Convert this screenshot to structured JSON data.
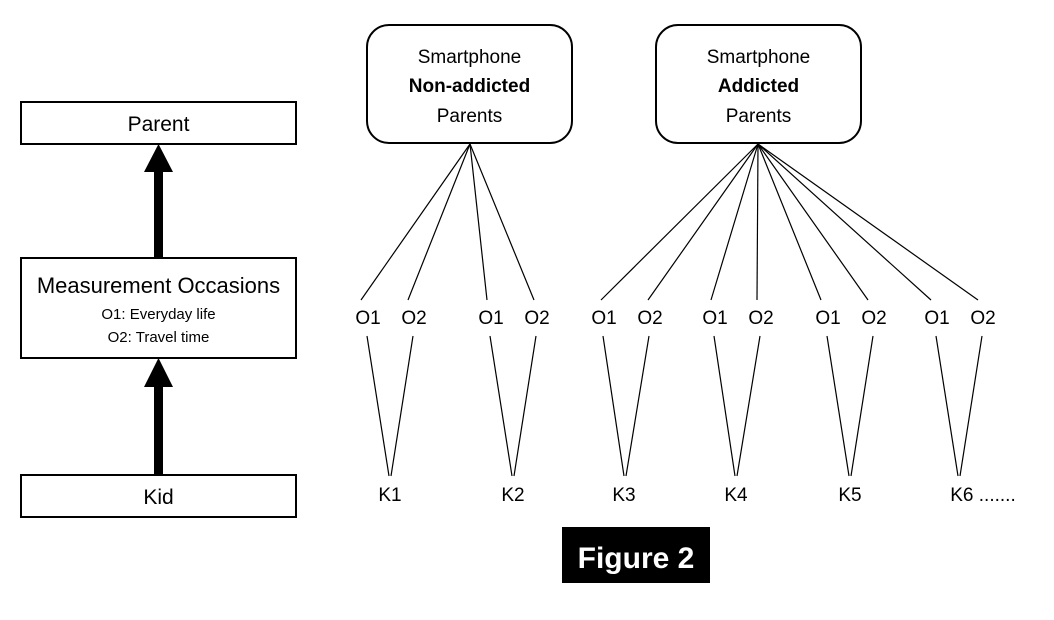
{
  "figure": {
    "caption": "Figure 2",
    "caption_bg": "#000000",
    "caption_fg": "#ffffff"
  },
  "legend_column": {
    "parent_box": {
      "label": "Parent"
    },
    "measurement_box": {
      "title": "Measurement Occasions",
      "line1": "O1: Everyday life",
      "line2": "O2: Travel time"
    },
    "kid_box": {
      "label": "Kid"
    },
    "arrows": [
      {
        "name": "kid-to-occasions-arrow"
      },
      {
        "name": "occasions-to-parent-arrow"
      }
    ]
  },
  "model_diagram": {
    "groups": [
      {
        "id": "non-addicted",
        "line1": "Smartphone",
        "line2": "Non-addicted",
        "line3": "Parents",
        "kids": [
          {
            "label": "K1",
            "occasions": [
              "O1",
              "O2"
            ]
          },
          {
            "label": "K2",
            "occasions": [
              "O1",
              "O2"
            ]
          }
        ]
      },
      {
        "id": "addicted",
        "line1": "Smartphone",
        "line2": "Addicted",
        "line3": "Parents",
        "kids": [
          {
            "label": "K3",
            "occasions": [
              "O1",
              "O2"
            ]
          },
          {
            "label": "K4",
            "occasions": [
              "O1",
              "O2"
            ]
          },
          {
            "label": "K5",
            "occasions": [
              "O1",
              "O2"
            ]
          },
          {
            "label": "K6 .......",
            "occasions": [
              "O1",
              "O2"
            ]
          }
        ]
      }
    ]
  },
  "colors": {
    "stroke": "#000000",
    "fill": "#ffffff",
    "background": "#ffffff"
  }
}
